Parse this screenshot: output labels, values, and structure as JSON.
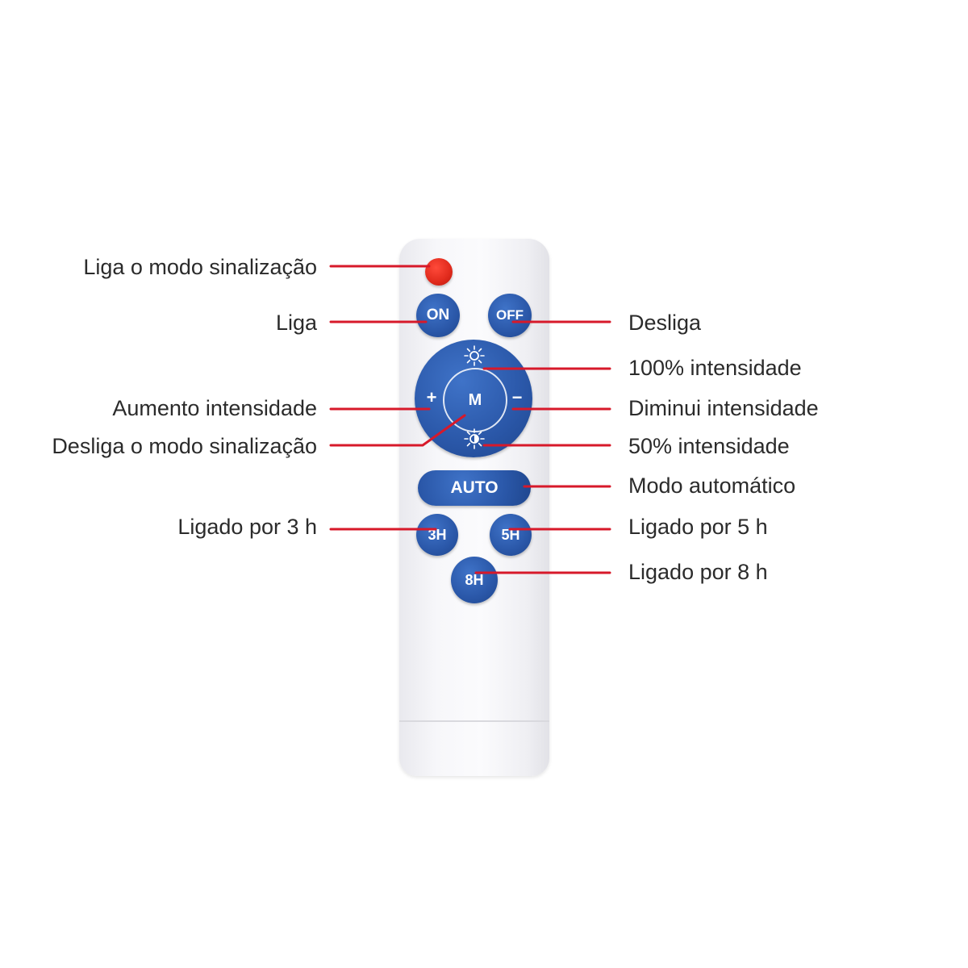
{
  "labels": {
    "signal_on": "Liga o modo sinalização",
    "on": "Liga",
    "off": "Desliga",
    "full": "100% intensidade",
    "increase": "Aumento intensidade",
    "decrease": "Diminui intensidade",
    "signal_off": "Desliga o modo sinalização",
    "half": "50% intensidade",
    "auto": "Modo automático",
    "h3": "Ligado por 3 h",
    "h5": "Ligado por 5 h",
    "h8": "Ligado por 8 h"
  },
  "buttons": {
    "on": "ON",
    "off": "OFF",
    "plus": "+",
    "minus": "−",
    "mode": "M",
    "auto": "AUTO",
    "h3": "3H",
    "h5": "5H",
    "h8": "8H"
  },
  "colors": {
    "leader_line": "#d7192a",
    "button_blue": "#2a57a8",
    "signal_button": "#e02a1c",
    "remote_body": "#f4f4f7"
  }
}
